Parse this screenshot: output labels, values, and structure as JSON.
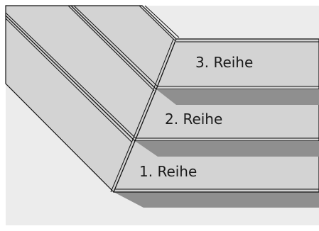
{
  "diagram": {
    "rows": [
      {
        "label": "3. Reihe"
      },
      {
        "label": "2. Reihe"
      },
      {
        "label": "1. Reihe"
      }
    ],
    "colors": {
      "background_panel": "#ececec",
      "board_face": "#d3d3d3",
      "board_shadow": "#8f8f8f",
      "outline": "#111111"
    }
  }
}
